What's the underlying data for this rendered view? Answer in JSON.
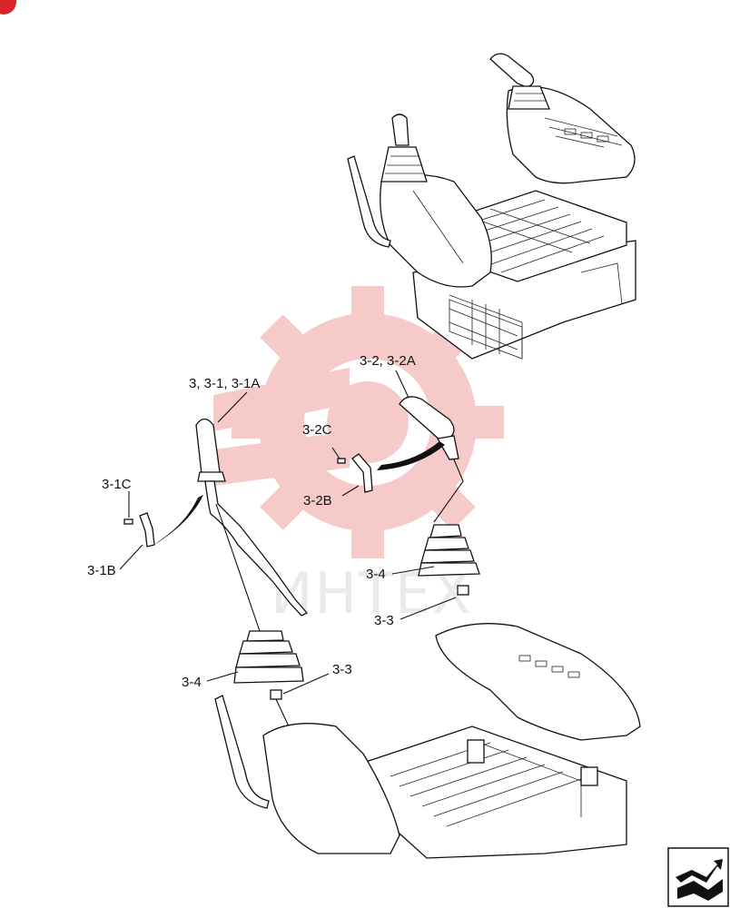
{
  "diagram": {
    "watermark_text": "ИНТЕХ",
    "callouts": {
      "c1": "3, 3-1, 3-1A",
      "c2": "3-2, 3-2A",
      "c3": "3-2C",
      "c4": "3-2B",
      "c5": "3-1C",
      "c6": "3-1B",
      "c7": "3-4",
      "c8": "3-3",
      "c9": "3-4",
      "c10": "3-3"
    }
  },
  "colors": {
    "watermark": "#f2bcbc",
    "corner_badge": "#d9252a",
    "line": "#111111"
  },
  "icons": {
    "corner_badge": "corner-badge-icon",
    "nav": "bent-arrow-nav-icon"
  }
}
